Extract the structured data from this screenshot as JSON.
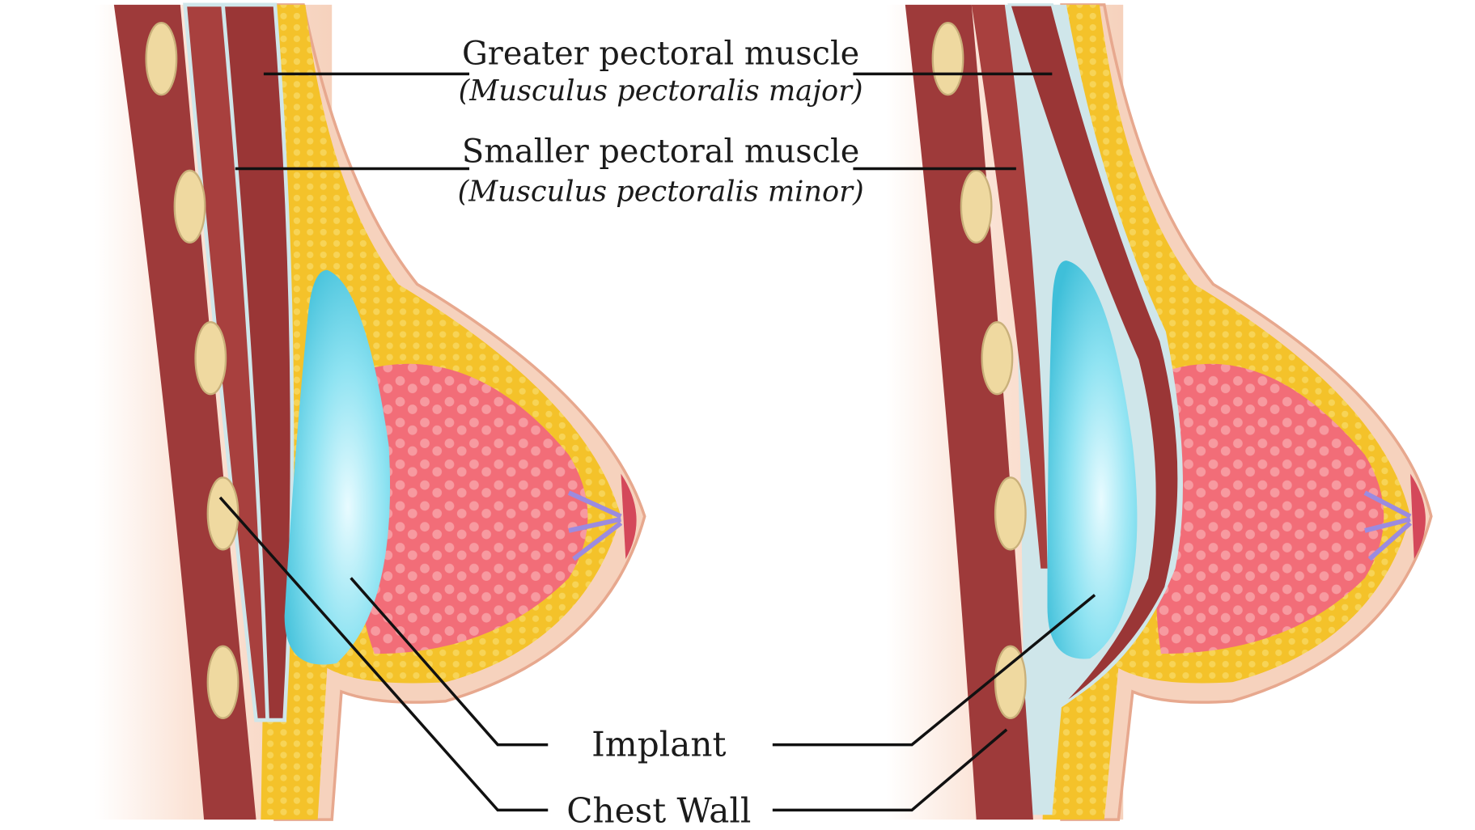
{
  "labels": {
    "greater_pectoral": "Greater pectoral muscle",
    "greater_pectoral_latin": "(Musculus pectoralis major)",
    "smaller_pectoral": "Smaller pectoral muscle",
    "smaller_pectoral_latin": "(Musculus pectoralis minor)",
    "implant": "Implant",
    "chest_wall": "Chest Wall"
  },
  "colors": {
    "skin": "#f6d2bd",
    "skin_edge": "#e7a88e",
    "muscle": "#9e3a3a",
    "fat": "#f2c026",
    "implant": "#5fd0e6",
    "gland": "#f0707a",
    "bone": "#efd9a0",
    "fascia": "#cfe6ea"
  }
}
